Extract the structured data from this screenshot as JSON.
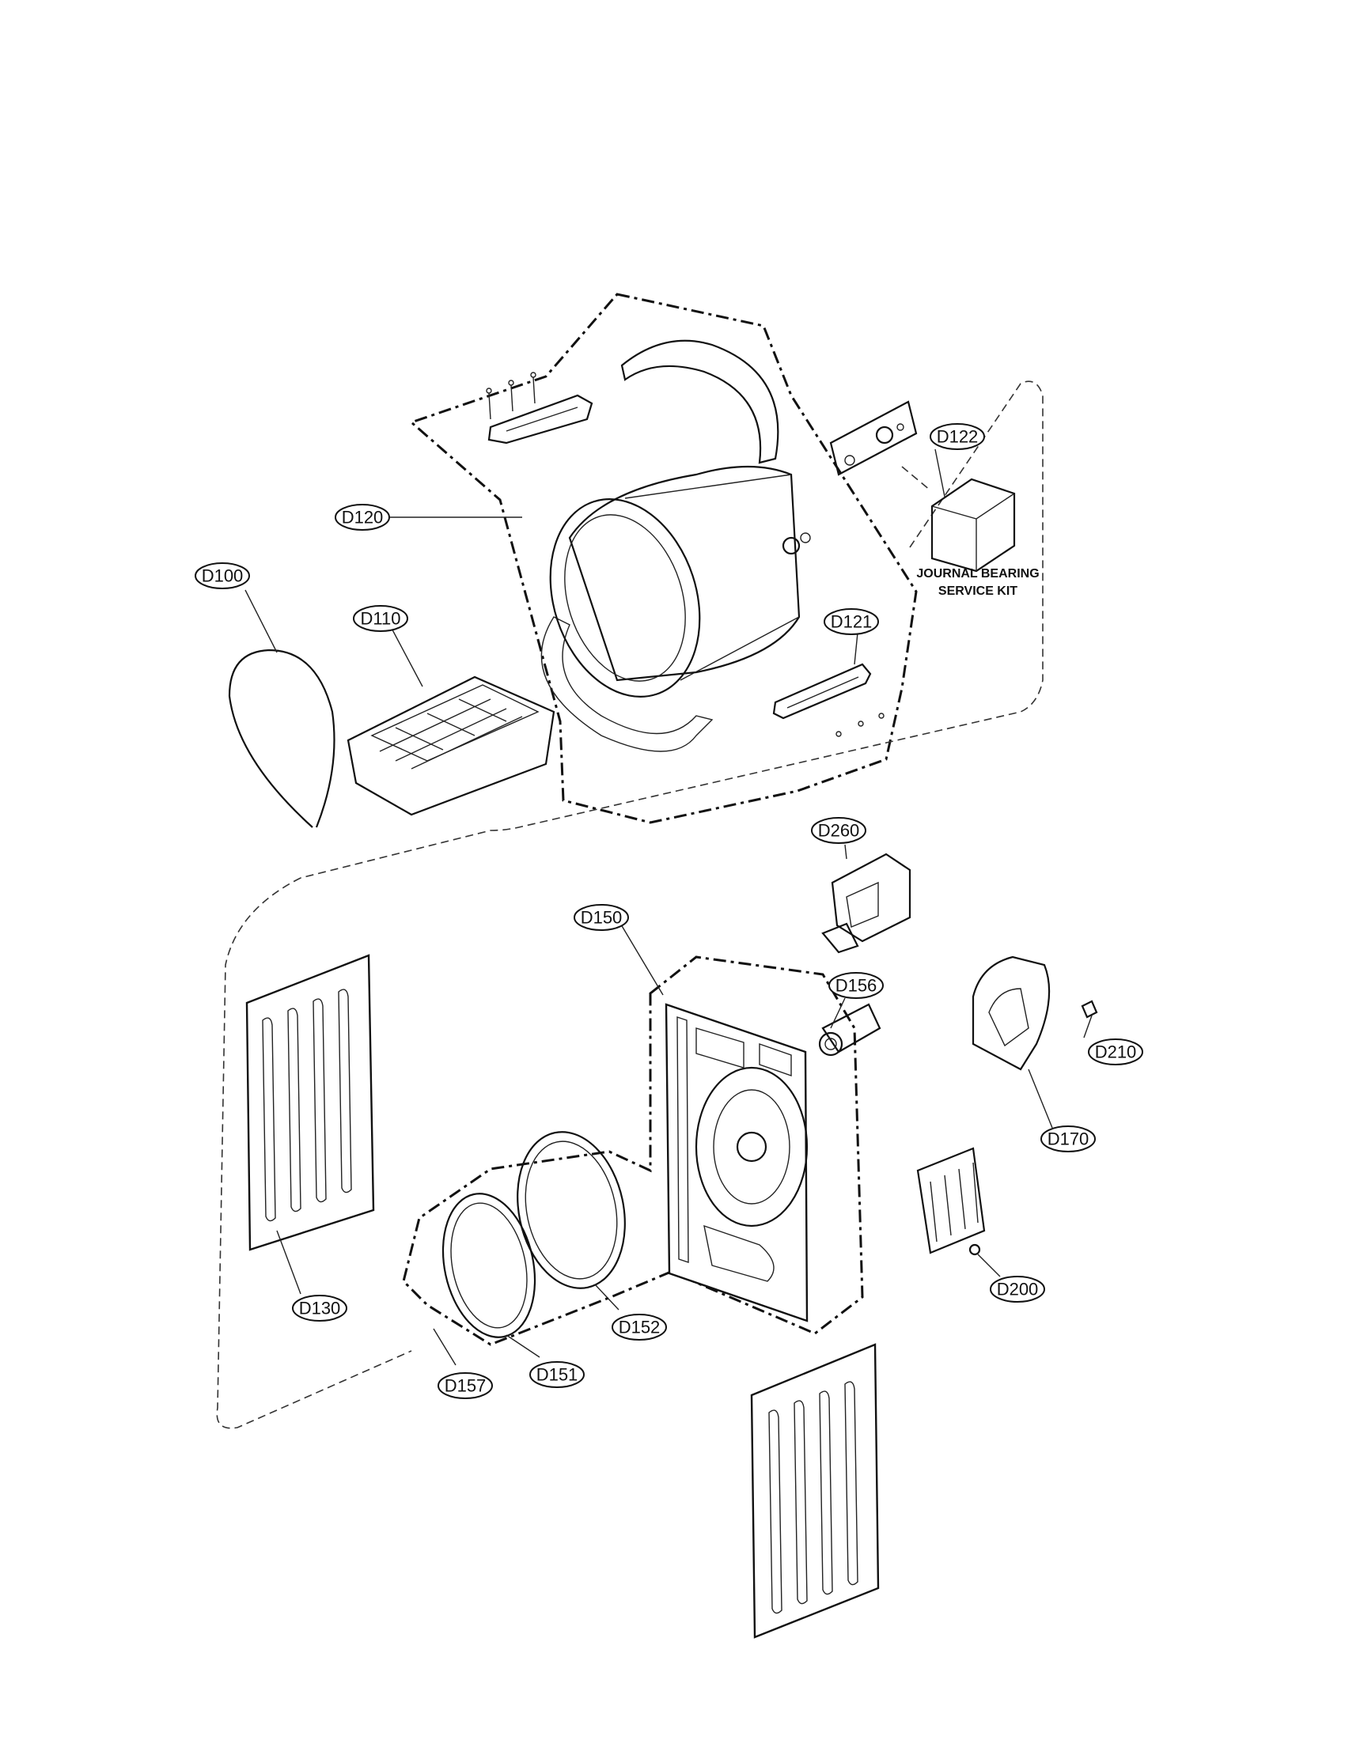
{
  "callouts": {
    "d100": "D100",
    "d110": "D110",
    "d120": "D120",
    "d121": "D121",
    "d122": "D122",
    "d130": "D130",
    "d150": "D150",
    "d151": "D151",
    "d152": "D152",
    "d156": "D156",
    "d157": "D157",
    "d170": "D170",
    "d200": "D200",
    "d210": "D210",
    "d260": "D260"
  },
  "note": {
    "line1": "JOURNAL BEARING",
    "line2": "SERVICE KIT"
  }
}
